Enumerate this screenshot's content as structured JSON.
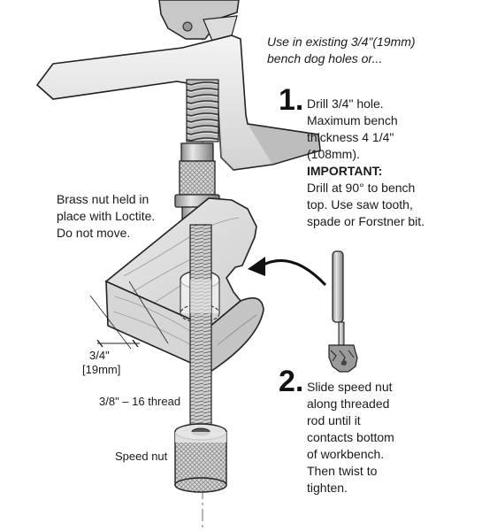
{
  "intro": {
    "line1": "Use in existing 3/4\"(19mm)",
    "line2": "bench dog holes or..."
  },
  "step1": {
    "number": "1.",
    "line1": "Drill 3/4\" hole.",
    "line2": "Maximum bench",
    "line3": "thickness 4 1/4\"",
    "line4": "(108mm).",
    "important": "IMPORTANT:",
    "line5": "Drill at 90° to bench",
    "line6": "top. Use saw tooth,",
    "line7": "spade or Forstner bit."
  },
  "step2": {
    "number": "2.",
    "line1": "Slide speed nut",
    "line2": "along threaded",
    "line3": "rod until it",
    "line4": "contacts bottom",
    "line5": "of workbench.",
    "line6": "Then twist to",
    "line7": "tighten."
  },
  "labels": {
    "brass_line1": "Brass nut held in",
    "brass_line2": "place with Loctite.",
    "brass_line3": "Do not move.",
    "dim_value": "3/4\"",
    "dim_mm": "[19mm]",
    "thread": "3/8\" – 16 thread",
    "speed_nut": "Speed nut"
  }
}
